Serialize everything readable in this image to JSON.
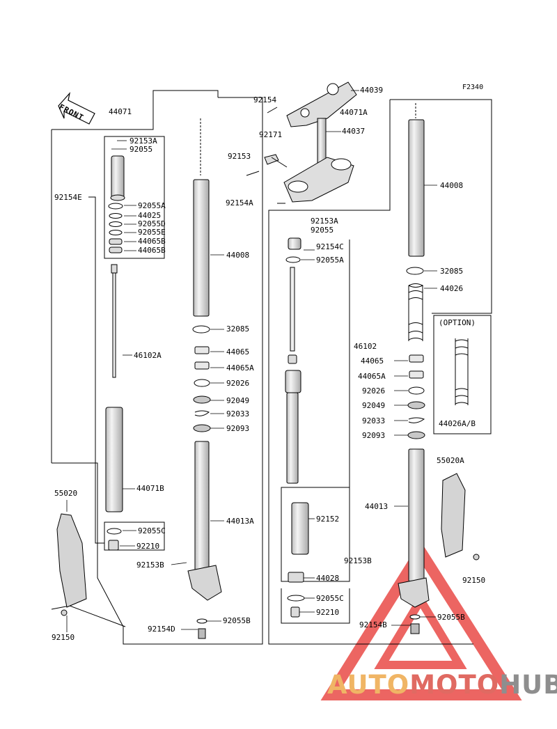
{
  "figure_code": "F2340",
  "front_label": "FRONT",
  "option_label": "(OPTION)",
  "watermark": {
    "part1": "AUTO",
    "part2": "MOTO",
    "part3": "HUB"
  },
  "colors": {
    "line": "#000000",
    "part_fill": "#e6e6e6",
    "watermark_red": "#e94b47",
    "watermark_orange": "#f0b565",
    "watermark_grey": "#8e8e8e"
  },
  "labels": {
    "l44039": "44039",
    "l92154_top": "92154",
    "l44071A": "44071A",
    "l92171": "92171",
    "l44037": "44037",
    "l92153_top": "92153",
    "l92154A_top": "92154A",
    "l44071": "44071",
    "l92153A_L": "92153A",
    "l92055_L": "92055",
    "l92154E": "92154E",
    "l92055A_L": "92055A",
    "l44025": "44025",
    "l92055D": "92055D",
    "l92055E": "92055E",
    "l44065B_1": "44065B",
    "l44065B_2": "44065B",
    "l46102A": "46102A",
    "l44071B": "44071B",
    "l92055C_L": "92055C",
    "l92210_L": "92210",
    "l92153B_L": "92153B",
    "l44008_L": "44008",
    "l32085_L": "32085",
    "l44065_L": "44065",
    "l44065A_L": "44065A",
    "l92026_L": "92026",
    "l92049_L": "92049",
    "l92033_L": "92033",
    "l92093_L": "92093",
    "l44013A": "44013A",
    "l55020": "55020",
    "l92150_L": "92150",
    "l92154D": "92154D",
    "l92055B_L": "92055B",
    "l92153A_R": "92153A",
    "l92055_R": "92055",
    "l92154C": "92154C",
    "l92055A_R": "92055A",
    "l46102": "46102",
    "l92152": "92152",
    "l44028": "44028",
    "l92055C_R": "92055C",
    "l92210_R": "92210",
    "l44008_R": "44008",
    "l32085_R": "32085",
    "l44026": "44026",
    "l44065_R": "44065",
    "l44065A_R": "44065A",
    "l92026_R": "92026",
    "l92049_R": "92049",
    "l92033_R": "92033",
    "l92093_R": "92093",
    "l44026AB": "44026A/B",
    "l44013": "44013",
    "l55020A": "55020A",
    "l92153B_R": "92153B",
    "l92150_R": "92150",
    "l92154B": "92154B",
    "l92055B_R": "92055B"
  }
}
